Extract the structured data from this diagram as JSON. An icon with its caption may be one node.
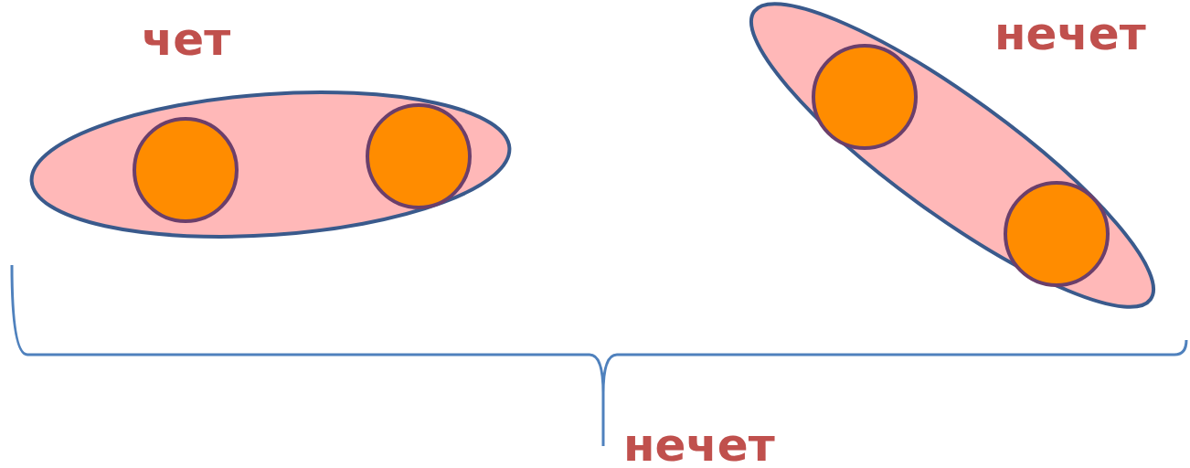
{
  "diagram": {
    "nodes": [
      {
        "text": [
          "чет"
        ]
      },
      {
        "text": [],
        "shape": "circle",
        "in": 0
      },
      {
        "text": [],
        "shape": "circle",
        "in": 0
      },
      {
        "text": [
          "нечет"
        ]
      },
      {
        "text": [],
        "shape": "circle",
        "in": 3
      },
      {
        "text": [],
        "shape": "circle",
        "in": 3
      }
    ],
    "labels": [
      "нечет"
    ]
  }
}
